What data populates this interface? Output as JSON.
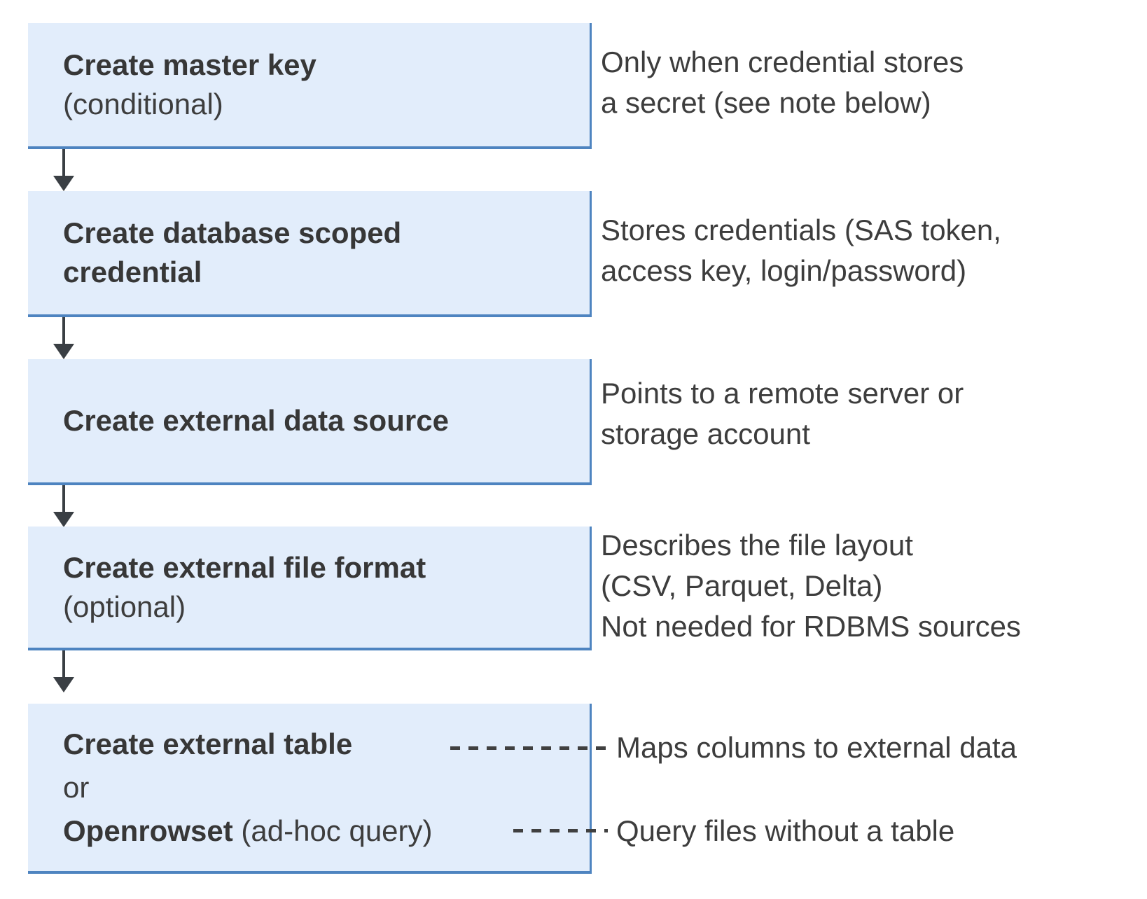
{
  "diagram": {
    "background_color": "#ffffff",
    "box_fill_color": "#e2edfb",
    "box_border_color": "#4e84c0",
    "text_color": "#3d3d3d",
    "connector_color": "#3a3f44"
  },
  "steps": [
    {
      "title": "Create master key",
      "qualifier": "(conditional)",
      "note_lines": [
        "Only when credential stores",
        "a secret (see note below)"
      ]
    },
    {
      "title_line1": "Create database scoped",
      "title_line2": "credential",
      "note_lines": [
        "Stores credentials (SAS token,",
        "access key, login/password)"
      ]
    },
    {
      "title": "Create external data source",
      "note_lines": [
        "Points to a remote server or",
        "storage account"
      ]
    },
    {
      "title": "Create external file format",
      "qualifier": "(optional)",
      "note_lines": [
        "Describes the file layout",
        "(CSV, Parquet, Delta)",
        "Not needed for RDBMS sources"
      ]
    }
  ],
  "final_step": {
    "option1_title": "Create external table",
    "conjunction": "or",
    "option2_title_bold": "Openrowset",
    "option2_qualifier": "(ad-hoc query)",
    "option1_note": "Maps columns to external data",
    "option2_note": "Query files without a table"
  }
}
